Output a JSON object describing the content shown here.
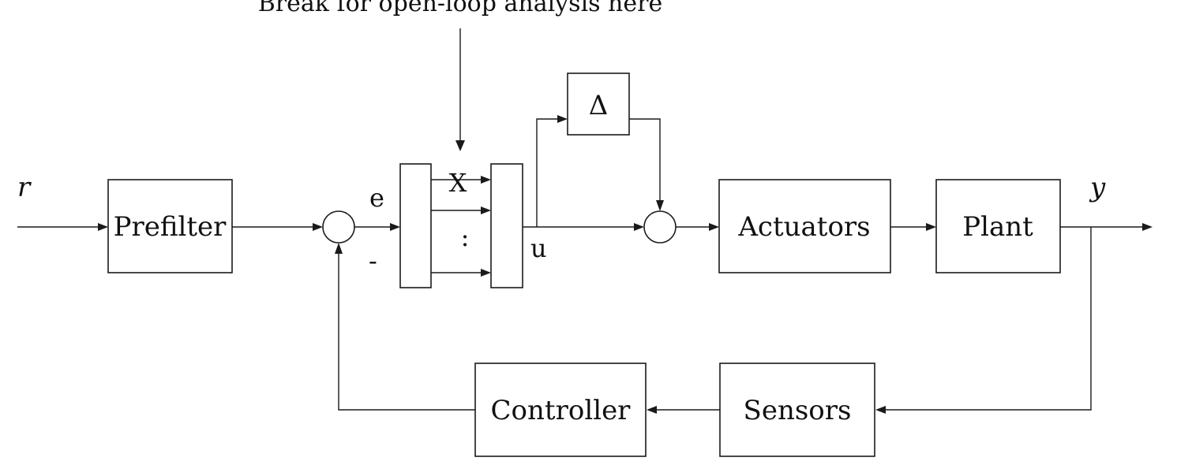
{
  "diagram": {
    "break_label": "Break for open-loop analysis here",
    "signals": {
      "r": "r",
      "y": "y",
      "e": "e",
      "u": "u",
      "minus": "-",
      "x": "X",
      "dots": ":"
    },
    "blocks": {
      "prefilter": "Prefilter",
      "delta": "Δ",
      "actuators": "Actuators",
      "plant": "Plant",
      "controller": "Controller",
      "sensors": "Sensors"
    }
  }
}
